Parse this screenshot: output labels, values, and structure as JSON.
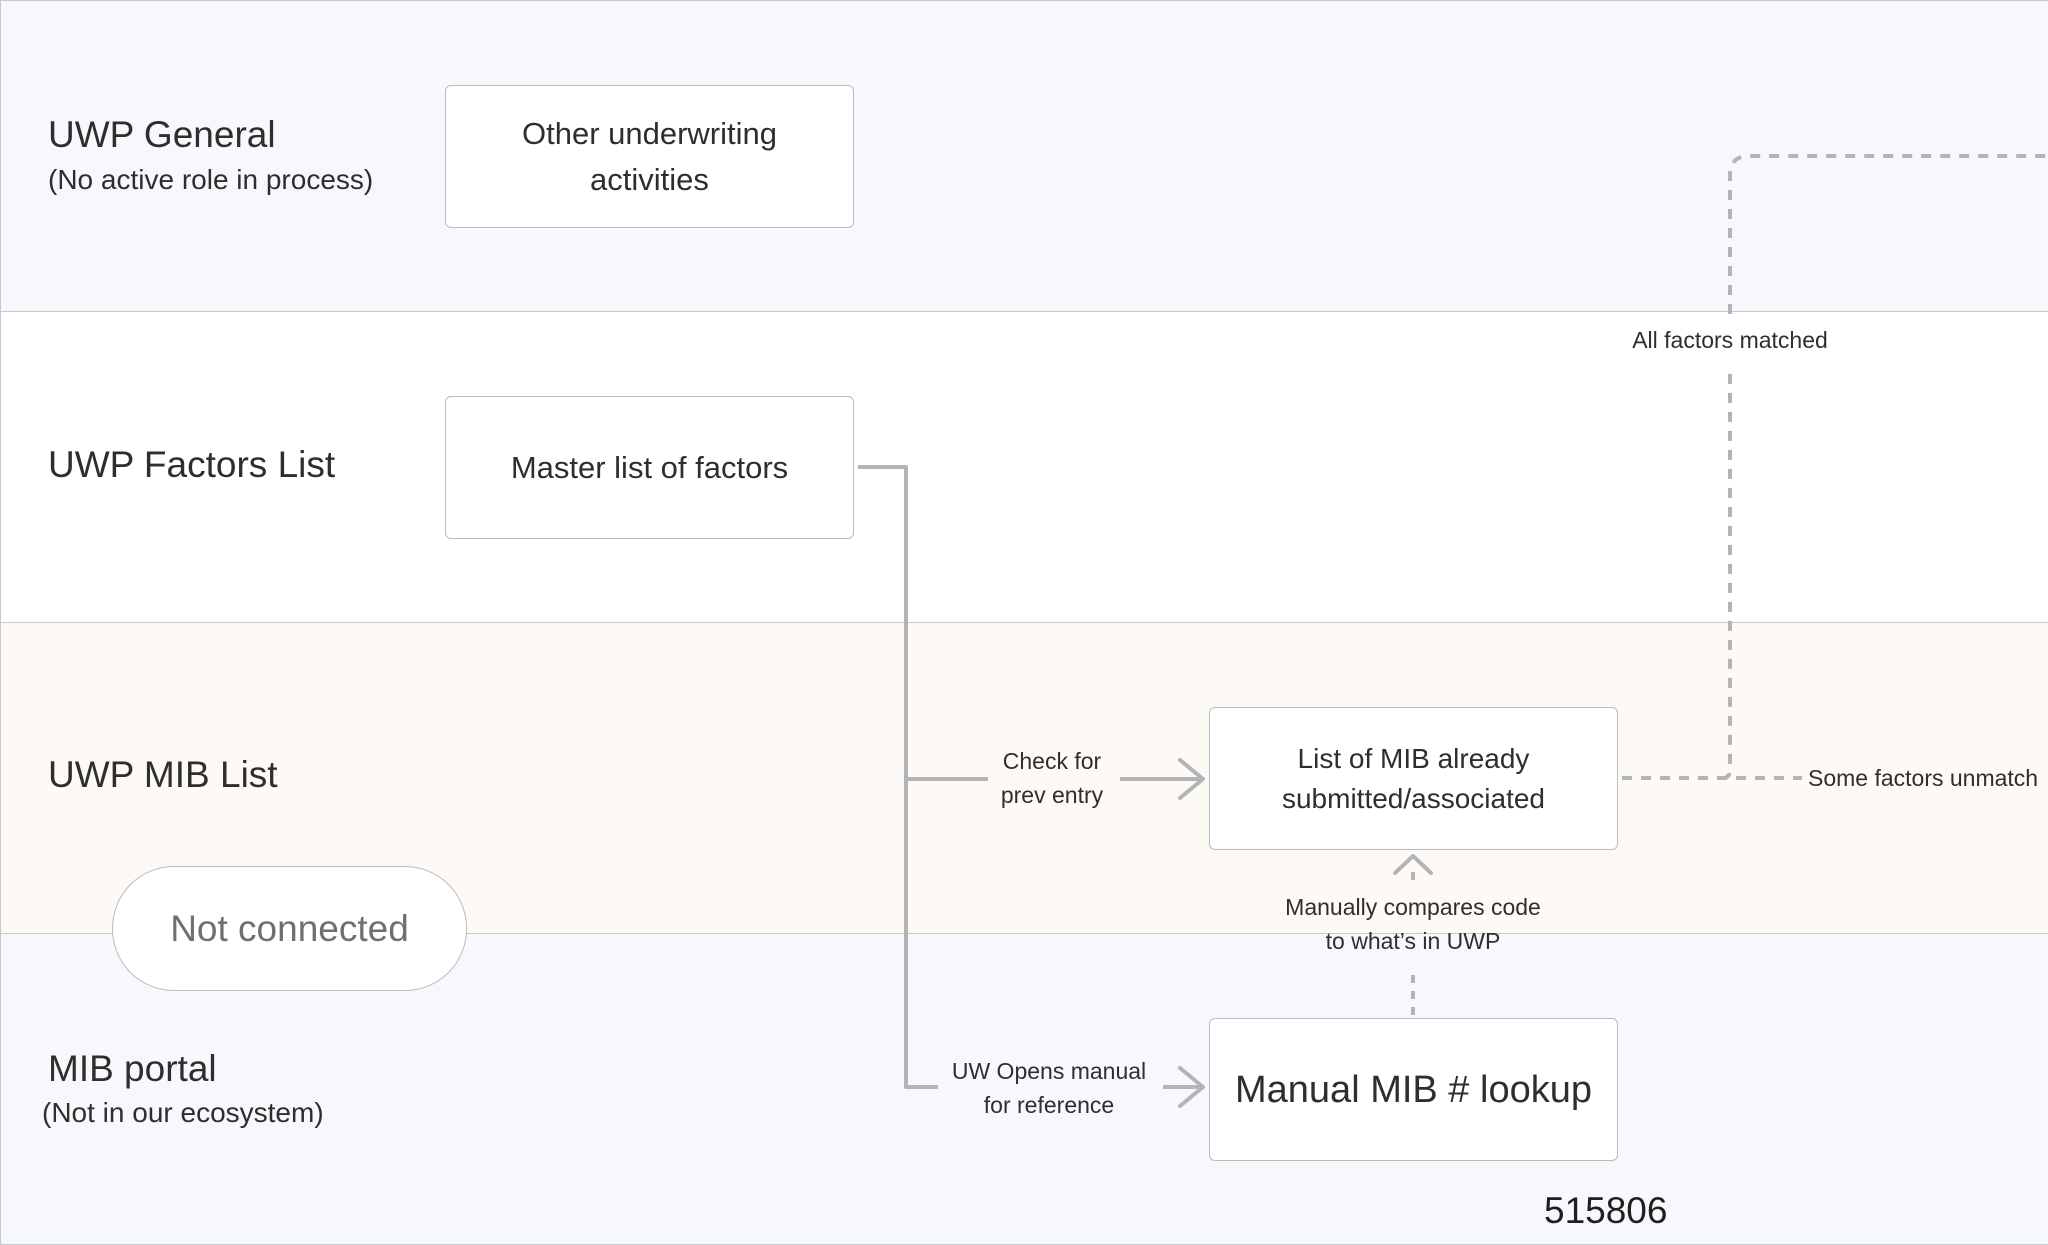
{
  "lanes": [
    {
      "id": "general",
      "title": "UWP General",
      "subtitle": "(No active role in process)"
    },
    {
      "id": "factors",
      "title": "UWP Factors List",
      "subtitle": ""
    },
    {
      "id": "mib",
      "title": "UWP MIB List",
      "subtitle": ""
    },
    {
      "id": "portal",
      "title": "MIB portal",
      "subtitle": "(Not in our ecosystem)"
    }
  ],
  "nodes": {
    "other_activities": {
      "line1": "Other underwriting",
      "line2": "activities"
    },
    "master_factors": "Master list of factors",
    "mib_list": {
      "line1": "List of MIB already",
      "line2": "submitted/associated"
    },
    "manual_lookup": "Manual MIB # lookup",
    "not_connected": "Not connected"
  },
  "edges": {
    "check_prev": {
      "line1": "Check for",
      "line2": "prev entry"
    },
    "uw_opens": {
      "line1": "UW Opens manual",
      "line2": "for reference"
    },
    "manual_compare": {
      "line1": "Manually compares code",
      "line2": "to what’s in UWP"
    },
    "all_matched": "All factors matched",
    "some_unmatched": "Some factors unmatch"
  },
  "footer_id": "515806",
  "colors": {
    "lane_border": "#c6c8cf",
    "connector": "#b3b4ba",
    "box_border": "#b9bbc2",
    "lane_cream": "#fdf9f5",
    "lane_gray": "#f7f8fb"
  }
}
